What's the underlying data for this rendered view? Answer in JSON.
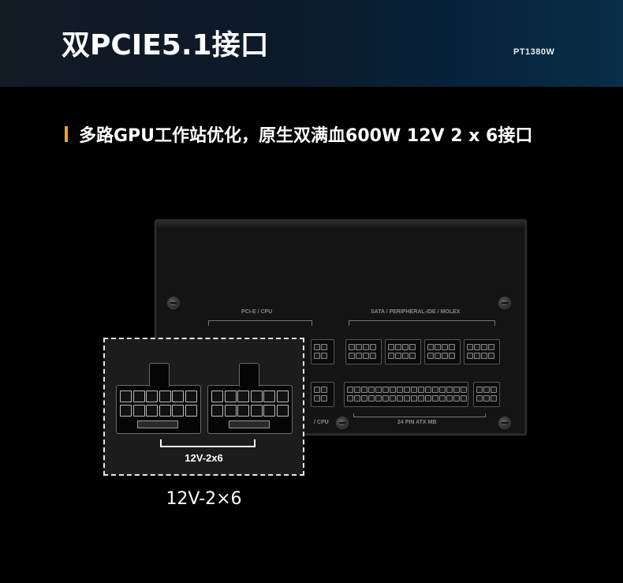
{
  "header": {
    "title": "双PCIE5.1接口",
    "model": "PT1380W"
  },
  "subtitle": "多路GPU工作站优化，原生双满血600W 12V 2 x 6接口",
  "psu_labels": {
    "pcie_cpu": "PCI-E / CPU",
    "sata": "SATA / PERIPHERAL-IDE / MOLEX",
    "atx": "24 PIN ATX MB",
    "cpu_partial": "/ CPU"
  },
  "zoom": {
    "label": "12V-2x6"
  },
  "caption": "12V-2×6",
  "colors": {
    "accent": "#f2a21b",
    "header_bg": "#0d1a2a",
    "background": "#000000"
  }
}
